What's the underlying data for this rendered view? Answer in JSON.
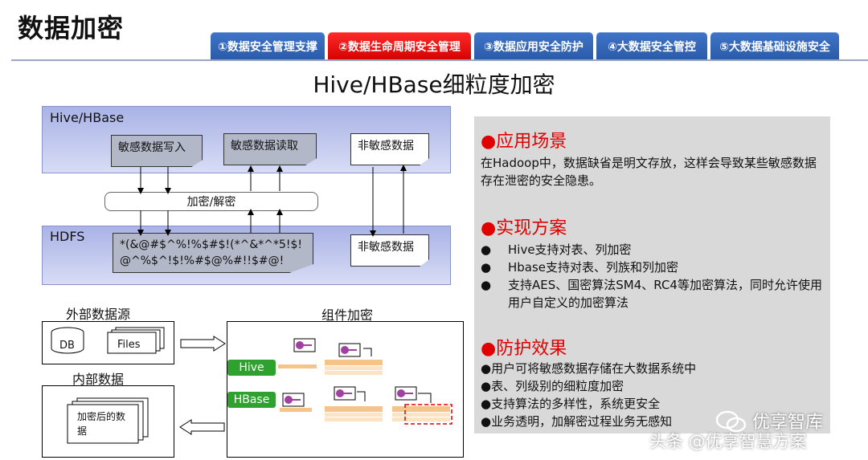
{
  "page": {
    "title": "数据加密",
    "subtitle": "Hive/HBase细粒度加密"
  },
  "tabs": [
    {
      "label": "①数据安全管理支撑",
      "active": false
    },
    {
      "label": "②数据生命周期安全管理",
      "active": true
    },
    {
      "label": "③数据应用安全防护",
      "active": false
    },
    {
      "label": "④大数据安全管控",
      "active": false
    },
    {
      "label": "⑤大数据基础设施安全",
      "active": false
    }
  ],
  "colors": {
    "tab": "#2f63b5",
    "tab_active": "#e00000",
    "accent_red": "#e00000",
    "band": "#b8c0ea"
  },
  "diagram": {
    "hive_label": "Hive/HBase",
    "hdfs_label": "HDFS",
    "sensitive_write": "敏感数据写入",
    "sensitive_read": "敏感数据读取",
    "non_sensitive_top": "非敏感数据",
    "encrypt_decrypt": "加密/解密",
    "cipher_text": "*(&@#$^%!%$#$!(*^&*^*5!$!@^%$^!$!%#$@%#!!$#@!",
    "non_sensitive_bottom": "非敏感数据",
    "external_source": "外部数据源",
    "db": "DB",
    "files": "Files",
    "internal_data": "内部数据",
    "encrypted_after": "加密后的数据",
    "component_encrypt": "组件加密",
    "hive_tag": "Hive",
    "hbase_tag": "HBase"
  },
  "panel": {
    "scenario_head": "●应用场景",
    "scenario_text": "在Hadoop中，数据缺省是明文存放，这样会导致某些敏感数据存在泄密的安全隐患。",
    "impl_head": "●实现方案",
    "impl_items": [
      "Hive支持对表、列加密",
      "Hbase支持对表、列族和列加密",
      "支持AES、国密算法SM4、RC4等加密算法，同时允许使用用户自定义的加密算法"
    ],
    "effect_head": "●防护效果",
    "effect_items": [
      "●用户可将敏感数据存储在大数据系统中",
      "●表、列级别的细粒度加密",
      "●支持算法的多样性，系统更安全",
      "●业务透明，加解密过程业务无感知"
    ]
  },
  "watermark": {
    "brand": "优享智库",
    "line": "头条 @优享智慧方案"
  }
}
